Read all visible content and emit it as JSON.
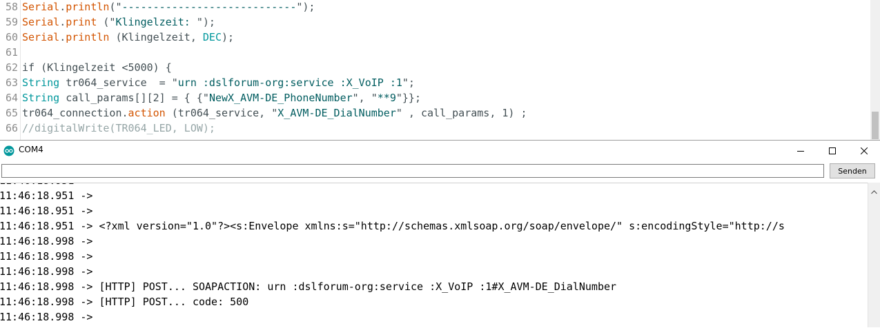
{
  "editor": {
    "lines": [
      {
        "n": "58",
        "parts": [
          [
            "obj",
            "Serial"
          ],
          [
            "p",
            "."
          ],
          [
            "fn",
            "println"
          ],
          [
            "p",
            "(\""
          ],
          [
            "str",
            "----------------------------"
          ],
          [
            "p",
            "\");"
          ]
        ]
      },
      {
        "n": "59",
        "parts": [
          [
            "obj",
            "Serial"
          ],
          [
            "p",
            "."
          ],
          [
            "fn",
            "print"
          ],
          [
            "p",
            " (\""
          ],
          [
            "str",
            "Klingelzeit: "
          ],
          [
            "p",
            "\");"
          ]
        ]
      },
      {
        "n": "60",
        "parts": [
          [
            "obj",
            "Serial"
          ],
          [
            "p",
            "."
          ],
          [
            "fn",
            "println"
          ],
          [
            "p",
            " (Klingelzeit, "
          ],
          [
            "kw",
            "DEC"
          ],
          [
            "p",
            ");"
          ]
        ]
      },
      {
        "n": "61",
        "parts": []
      },
      {
        "n": "62",
        "parts": [
          [
            "p",
            "if (Klingelzeit <5000) {"
          ]
        ]
      },
      {
        "n": "63",
        "parts": [
          [
            "ty",
            "String"
          ],
          [
            "p",
            " tr064_service  = \""
          ],
          [
            "str",
            "urn :dslforum-org:service :X_VoIP :1"
          ],
          [
            "p",
            "\";"
          ]
        ]
      },
      {
        "n": "64",
        "parts": [
          [
            "ty",
            "String"
          ],
          [
            "p",
            " call_params[][2] = { {\""
          ],
          [
            "str",
            "NewX_AVM-DE_PhoneNumber"
          ],
          [
            "p",
            "\", \""
          ],
          [
            "str",
            "**9"
          ],
          [
            "p",
            "\"}};"
          ]
        ]
      },
      {
        "n": "65",
        "parts": [
          [
            "p",
            "tr064_connection."
          ],
          [
            "fn",
            "action"
          ],
          [
            "p",
            " (tr064_service, \""
          ],
          [
            "str",
            "X_AVM-DE_DialNumber"
          ],
          [
            "p",
            "\" , call_params, 1) ;"
          ]
        ]
      },
      {
        "n": "66",
        "parts": [
          [
            "cm",
            "//digitalWrite(TR064_LED, LOW);"
          ]
        ]
      }
    ]
  },
  "monitor": {
    "title": "COM4",
    "input_value": "",
    "send_label": "Senden",
    "output": [
      "11:46:18.951 -> ",
      "11:46:18.951 -> ",
      "11:46:18.951 -> ",
      "11:46:18.951 -> <?xml version=\"1.0\"?><s:Envelope xmlns:s=\"http://schemas.xmlsoap.org/soap/envelope/\" s:encodingStyle=\"http://s",
      "11:46:18.998 -> ",
      "11:46:18.998 -> ",
      "11:46:18.998 -> ",
      "11:46:18.998 -> [HTTP] POST... SOAPACTION: urn :dslforum-org:service :X_VoIP :1#X_AVM-DE_DialNumber",
      "11:46:18.998 -> [HTTP] POST... code: 500",
      "11:46:18.998 -> "
    ]
  },
  "icons": {
    "app": "arduino-icon",
    "minimize": "minimize-icon",
    "maximize": "maximize-icon",
    "close": "close-icon",
    "scroll_up": "scroll-up-arrow-icon"
  },
  "colors": {
    "arduino_teal": "#00979c",
    "arduino_orange": "#d35400"
  }
}
